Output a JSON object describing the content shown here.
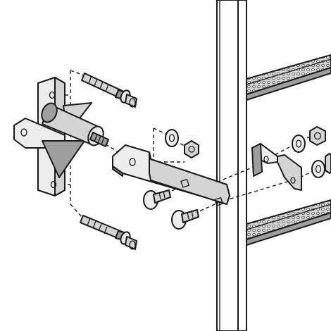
{
  "colors": {
    "outline": "#1a1a1a",
    "part_fill": "#d4d4d4",
    "part_shade": "#9e9e9e",
    "part_light": "#ececec",
    "background": "#ffffff"
  },
  "figure": {
    "parts": [
      "wall-bracket",
      "anchor-bolt",
      "washer",
      "hex-nut",
      "connecting-plate",
      "carriage-bolt",
      "rail-clip",
      "ladder-rail",
      "perforated-rung"
    ]
  }
}
